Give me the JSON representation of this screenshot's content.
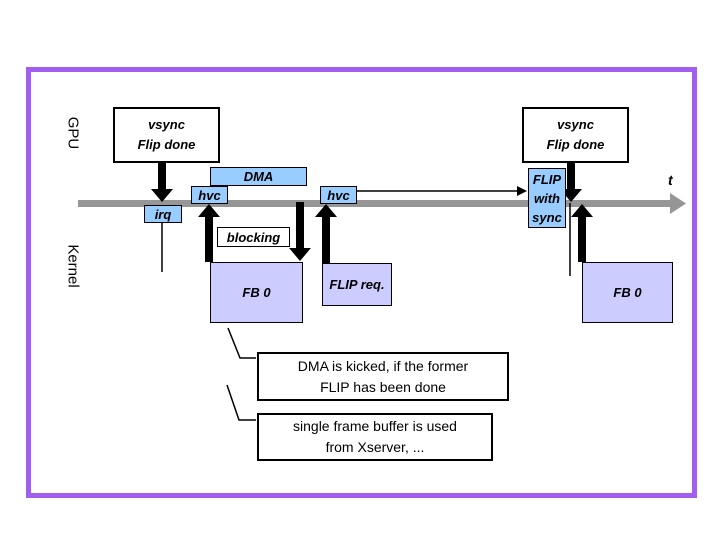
{
  "colors": {
    "frame_border": "#a15eef",
    "process_box_fill": "#99ccff",
    "buffer_box_fill": "#ccccff",
    "timeline_gray": "#969696",
    "arrow_black": "#000000"
  },
  "lanes": {
    "gpu_label": "GPU",
    "kernel_label": "Kernel",
    "time_label": "t"
  },
  "gpu_events": {
    "vsync1": {
      "line1": "vsync",
      "line2": "Flip done"
    },
    "vsync2": {
      "line1": "vsync",
      "line2": "Flip done"
    }
  },
  "timeline_items": {
    "irq": "irq",
    "hvc1": "hvc",
    "hvc2": "hvc",
    "dma": "DMA",
    "blocking": "blocking",
    "flip_with_sync": {
      "line1": "FLIP",
      "line2": "with",
      "line3": "sync"
    }
  },
  "kernel_items": {
    "fb0_left": "FB 0",
    "flip_req": "FLIP req.",
    "fb0_right": "FB 0"
  },
  "callouts": {
    "dma_kicked": {
      "line1": "DMA is kicked, if the former",
      "line2": "FLIP has been done"
    },
    "single_fb": {
      "line1": "single frame buffer is used",
      "line2": "from Xserver, ..."
    }
  }
}
